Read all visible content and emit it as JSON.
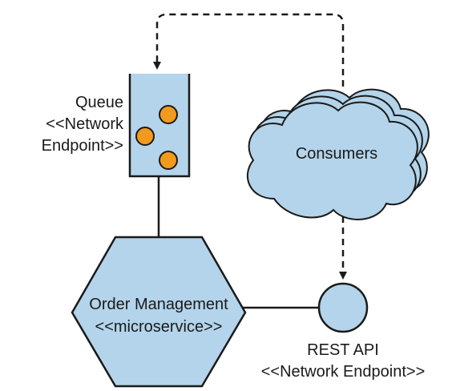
{
  "diagram": {
    "queue": {
      "label_line1": "Queue",
      "label_line2": "<<Network",
      "label_line3": "Endpoint>>"
    },
    "consumers": {
      "label": "Consumers"
    },
    "order_management": {
      "label_line1": "Order Management",
      "label_line2": "<<microservice>>"
    },
    "rest_api": {
      "label_line1": "REST API",
      "label_line2": "<<Network Endpoint>>"
    },
    "colors": {
      "shape_fill": "#b3d4ea",
      "shape_stroke": "#1a1a1a",
      "message_fill": "#f29a1d",
      "line": "#1a1a1a"
    }
  }
}
